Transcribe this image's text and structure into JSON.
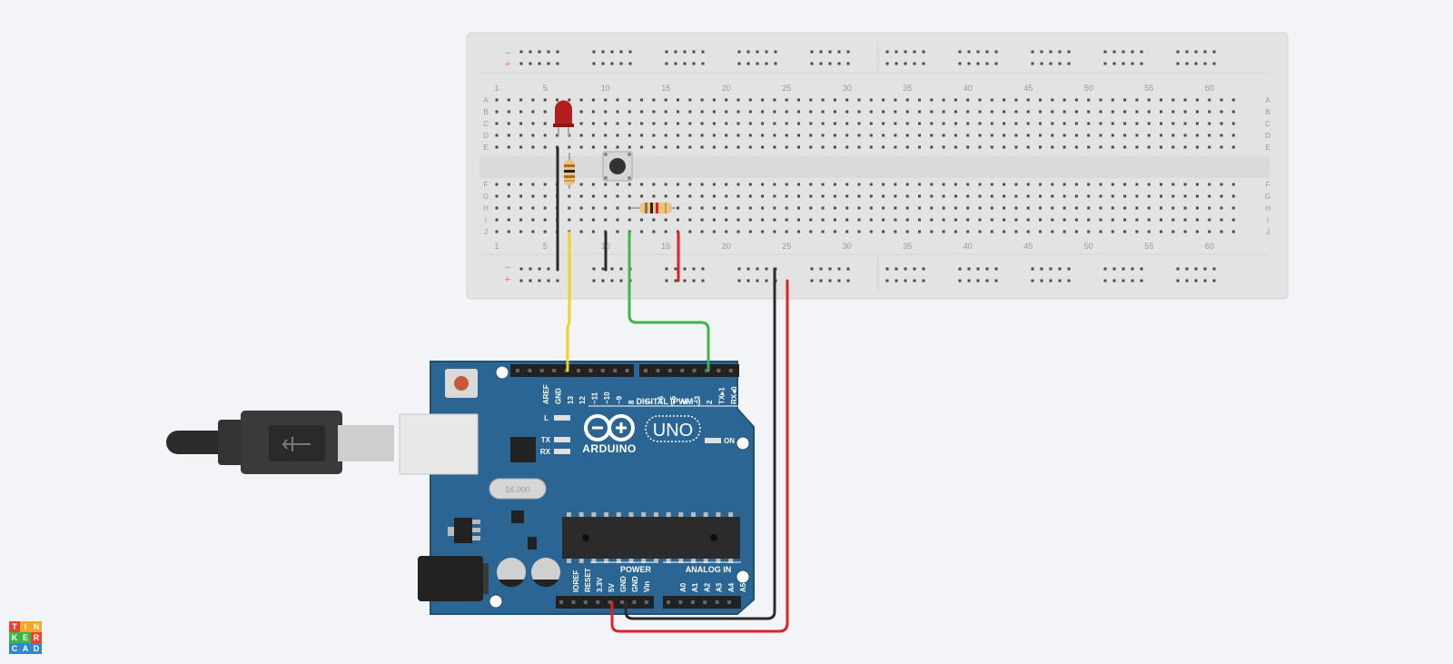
{
  "app": {
    "name": "Tinkercad"
  },
  "logo": {
    "letters": [
      "T",
      "I",
      "N",
      "K",
      "E",
      "R",
      "C",
      "A",
      "D"
    ],
    "colors": [
      "#e8452c",
      "#f6a623",
      "#f6a623",
      "#3fb54a",
      "#3fb54a",
      "#e8452c",
      "#2f89d0",
      "#2f89d0",
      "#2f89d0"
    ]
  },
  "breadboard": {
    "row_letters_top": [
      "A",
      "B",
      "C",
      "D",
      "E"
    ],
    "row_letters_bottom": [
      "F",
      "G",
      "H",
      "I",
      "J"
    ],
    "column_numbers": [
      "1",
      "5",
      "10",
      "15",
      "20",
      "25",
      "30",
      "35",
      "40",
      "45",
      "50",
      "55",
      "60"
    ],
    "rail_minus": "−",
    "rail_plus": "+"
  },
  "arduino": {
    "brand": "ARDUINO",
    "model": "UNO",
    "digital_label": "DIGITAL (PWM~)",
    "power_label": "POWER",
    "analog_label": "ANALOG IN",
    "on_label": "ON",
    "l_label": "L",
    "tx_label": "TX",
    "rx_label": "RX",
    "crystal_label": "16.000",
    "top_pins_left": [
      "AREF",
      "GND",
      "13",
      "12",
      "~11",
      "~10",
      "~9",
      "8"
    ],
    "top_pins_right": [
      "7",
      "~6",
      "~5",
      "4",
      "~3",
      "2",
      "TX▸1",
      "RX◂0"
    ],
    "power_pins": [
      "IOREF",
      "RESET",
      "3.3V",
      "5V",
      "GND",
      "GND",
      "Vin"
    ],
    "analog_pins": [
      "A0",
      "A1",
      "A2",
      "A3",
      "A4",
      "A5"
    ]
  },
  "wires": [
    {
      "name": "wire-black-led-ground",
      "color": "#2b2b2b"
    },
    {
      "name": "wire-yellow-pin-13",
      "color": "#f2d125"
    },
    {
      "name": "wire-black-button-ground",
      "color": "#2b2b2b"
    },
    {
      "name": "wire-green-pin-2",
      "color": "#3fb54a"
    },
    {
      "name": "wire-red-button-power",
      "color": "#e02121"
    },
    {
      "name": "wire-black-gnd-rail",
      "color": "#2b2b2b"
    },
    {
      "name": "wire-red-5v-rail",
      "color": "#e02121"
    }
  ],
  "components": {
    "led_color": "#b31f1a",
    "resistor_body": "#e8c48a"
  }
}
